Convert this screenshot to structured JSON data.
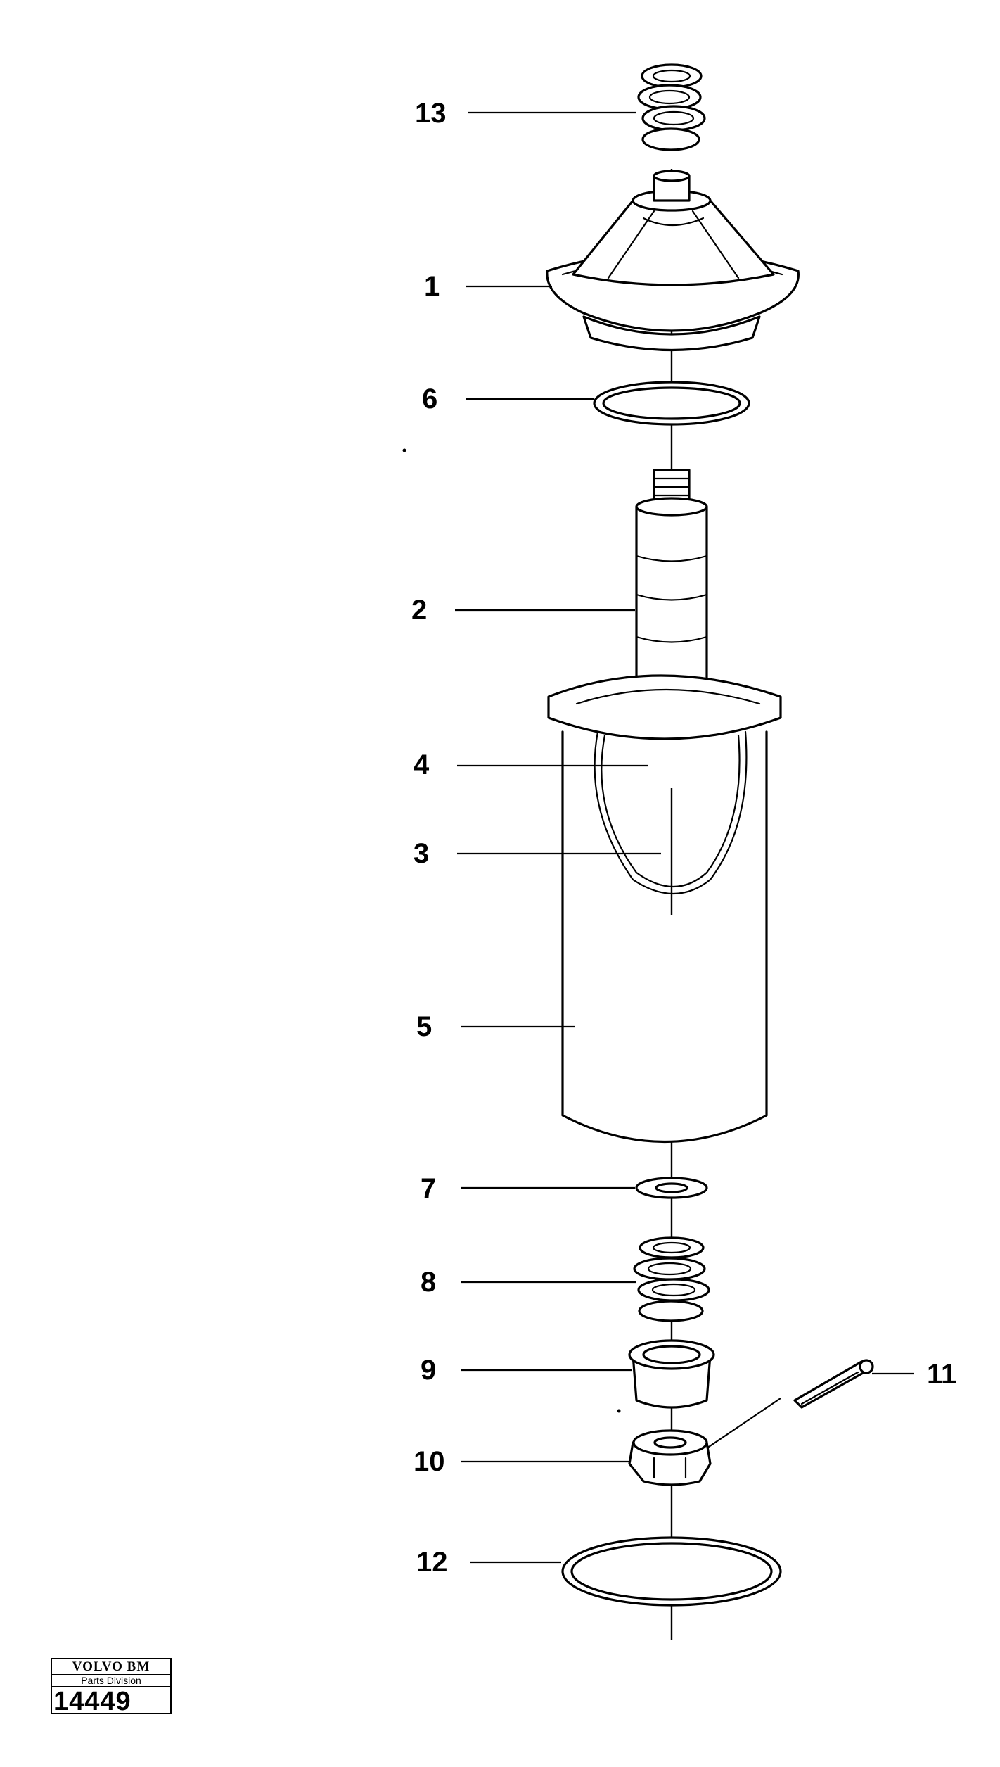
{
  "callouts": [
    {
      "id": "13",
      "label": "13"
    },
    {
      "id": "1",
      "label": "1"
    },
    {
      "id": "6",
      "label": "6"
    },
    {
      "id": "2",
      "label": "2"
    },
    {
      "id": "4",
      "label": "4"
    },
    {
      "id": "3",
      "label": "3"
    },
    {
      "id": "5",
      "label": "5"
    },
    {
      "id": "7",
      "label": "7"
    },
    {
      "id": "8",
      "label": "8"
    },
    {
      "id": "9",
      "label": "9"
    },
    {
      "id": "10",
      "label": "10"
    },
    {
      "id": "11",
      "label": "11"
    },
    {
      "id": "12",
      "label": "12"
    }
  ],
  "logo": {
    "brand": "VOLVO BM",
    "division": "Parts Division",
    "number": "14449"
  }
}
